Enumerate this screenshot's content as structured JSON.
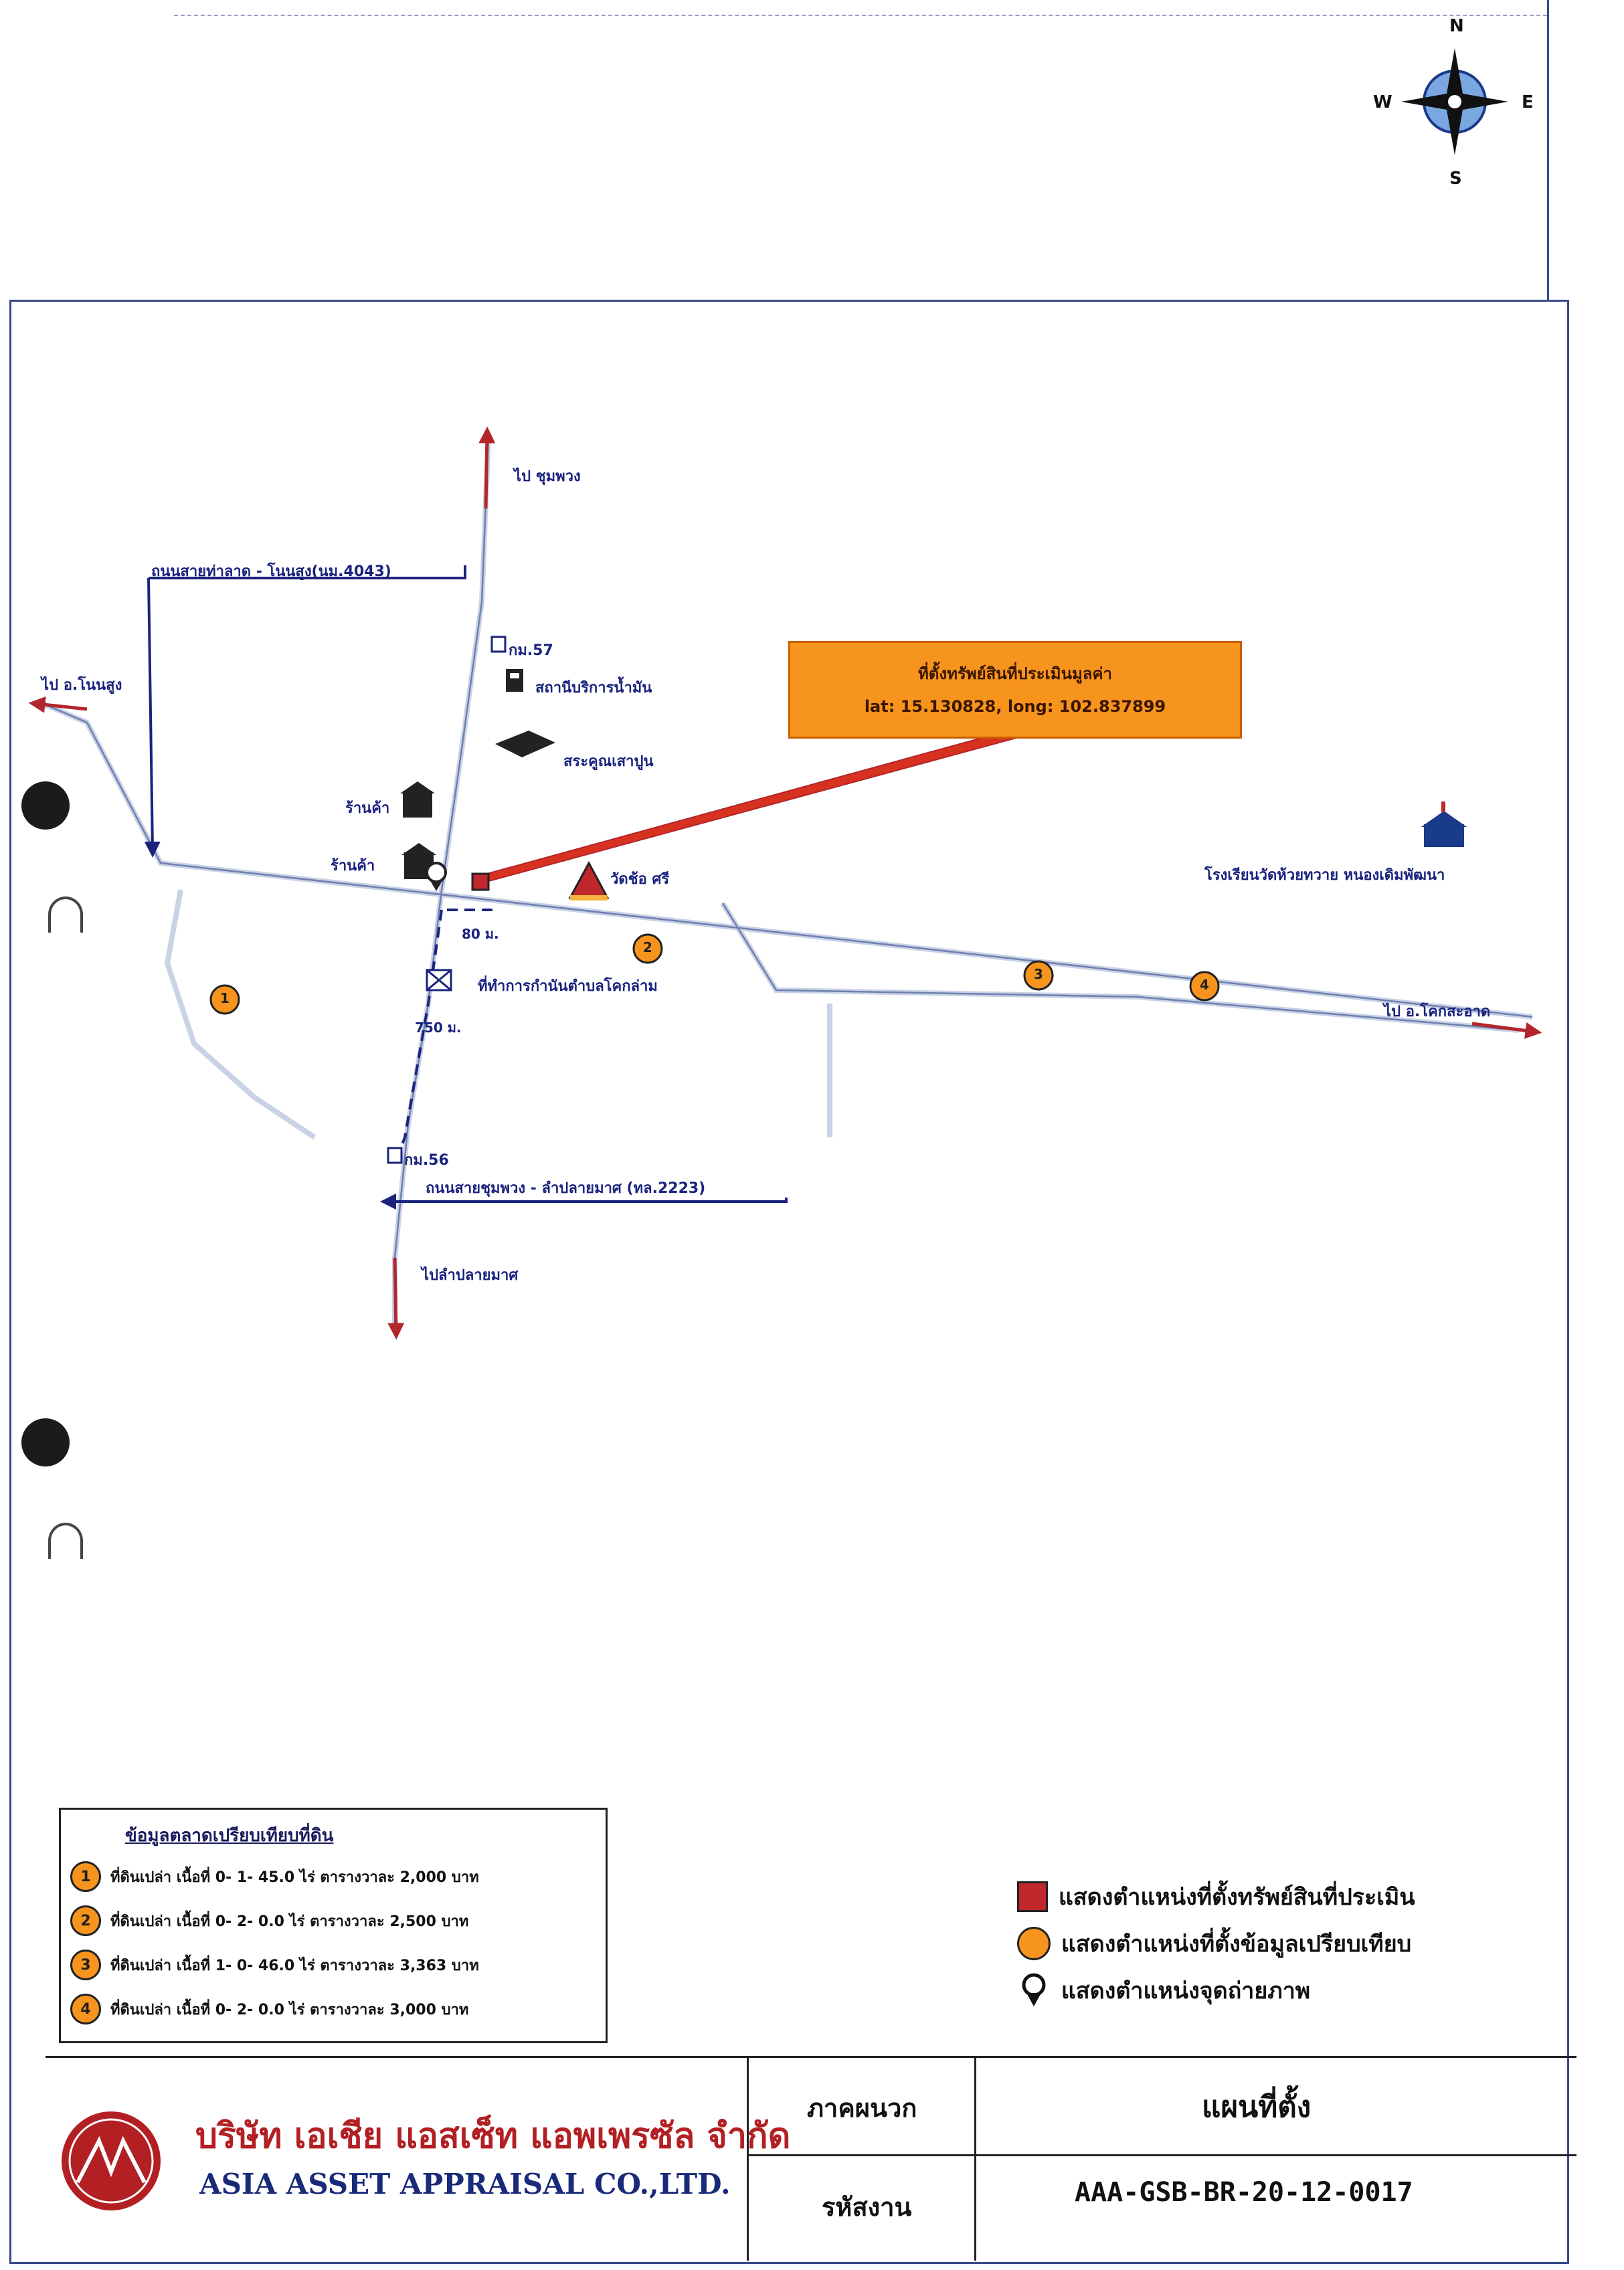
{
  "compass": {
    "n": "N",
    "s": "S",
    "e": "E",
    "w": "W"
  },
  "map": {
    "to_chumphuang": "ไป ชุมพวง",
    "road_4043": "ถนนสายท่าลาด - โนนสูง(นม.4043)",
    "to_nonsung": "ไป อ.โนนสูง",
    "km57": "กม.57",
    "gas_station": "สถานีบริการน้ำมัน",
    "cement_pond": "สระคูณเสาปูน",
    "shop1": "ร้านค้า",
    "shop2": "ร้านค้า",
    "temple": "วัดช้อ ศรี",
    "school": "โรงเรียนวัดห้วยทวาย หนองเดิมพัฒนา",
    "dist_80": "80 ม.",
    "sao_office": "ที่ทำการกำนันตำบลโคกล่าม",
    "dist_750": "750 ม.",
    "km56": "กม.56",
    "road_2223": "ถนนสายชุมพวง - ลำปลายมาศ (ทล.2223)",
    "to_lamplaimat": "ไปลำปลายมาศ",
    "to_khoksaat": "ไป อ.โคกสะอาด",
    "callout_title": "ที่ตั้งทรัพย์สินที่ประเมินมูลค่า",
    "callout_coords": "lat: 15.130828,  long: 102.837899",
    "markers": [
      "1",
      "2",
      "3",
      "4"
    ]
  },
  "legend_left": {
    "title": "ข้อมูลตลาดเปรียบเทียบที่ดิน",
    "items": [
      {
        "num": "1",
        "text": "ที่ดินเปล่า เนื้อที่ 0- 1- 45.0 ไร่ ตารางวาละ 2,000 บาท"
      },
      {
        "num": "2",
        "text": "ที่ดินเปล่า เนื้อที่ 0- 2- 0.0 ไร่ ตารางวาละ 2,500 บาท"
      },
      {
        "num": "3",
        "text": "ที่ดินเปล่า เนื้อที่ 1- 0- 46.0 ไร่ ตารางวาละ 3,363 บาท"
      },
      {
        "num": "4",
        "text": "ที่ดินเปล่า เนื้อที่ 0- 2- 0.0 ไร่ ตารางวาละ 3,000 บาท"
      }
    ]
  },
  "legend_right": {
    "items": [
      {
        "symbol": "red-square",
        "text": "แสดงตำแหน่งที่ตั้งทรัพย์สินที่ประเมิน"
      },
      {
        "symbol": "orange-circle",
        "text": "แสดงตำแหน่งที่ตั้งข้อมูลเปรียบเทียบ"
      },
      {
        "symbol": "photo-point",
        "text": "แสดงตำแหน่งจุดถ่ายภาพ"
      }
    ]
  },
  "title_block": {
    "company_th": "บริษัท เอเชีย แอสเซ็ท แอพเพรซัล จำกัด",
    "company_en": "ASIA ASSET APPRAISAL CO.,LTD.",
    "appendix_label": "ภาคผนวก",
    "appendix_value": "แผนที่ตั้ง",
    "code_label": "รหัสงาน",
    "code_value": "AAA-GSB-BR-20-12-0017"
  },
  "colors": {
    "road_arrow": "#b3262b",
    "callout_fill": "#f7941d",
    "label_text": "#1a237e",
    "company_red": "#b22024",
    "company_blue": "#1a2a7a"
  }
}
